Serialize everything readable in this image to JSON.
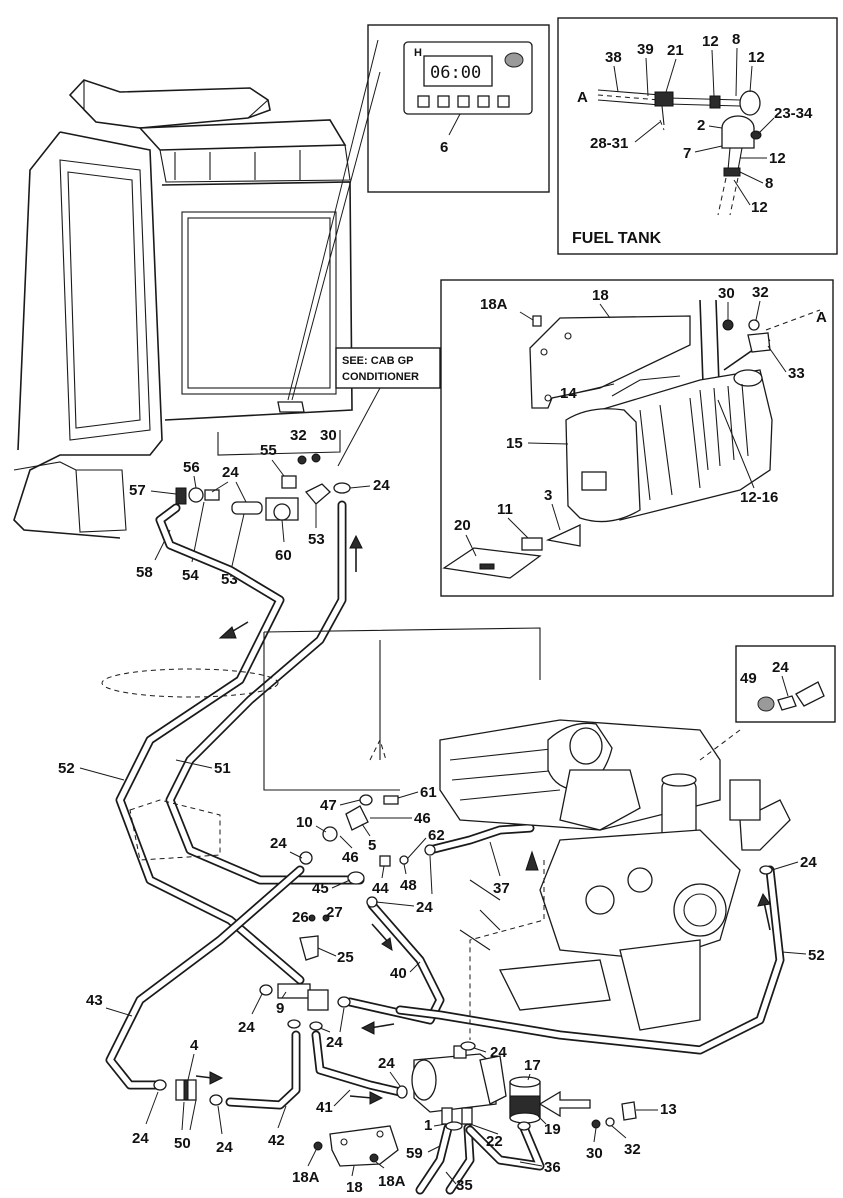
{
  "insets": {
    "fuel_tank_title": "FUEL TANK",
    "cab_note_line1": "SEE: CAB GP",
    "cab_note_line2": "CONDITIONER",
    "timer_display": "06:00",
    "timer_brand": "H"
  },
  "callouts": {
    "c6": "6",
    "c38": "38",
    "c39": "39",
    "c21": "21",
    "c12a": "12",
    "c8a": "8",
    "c12b": "12",
    "cA1": "A",
    "c2": "2",
    "c23_34": "23-34",
    "c28_31": "28-31",
    "c7": "7",
    "c12c": "12",
    "c8b": "8",
    "c12d": "12",
    "c18A_top": "18A",
    "c18_top": "18",
    "c30_top": "30",
    "c32_top": "32",
    "cA2": "A",
    "c33": "33",
    "c14": "14",
    "c15": "15",
    "c12_16": "12-16",
    "c20": "20",
    "c11": "11",
    "c3": "3",
    "c55": "55",
    "c32_mid": "32",
    "c30_mid": "30",
    "c24_cab1": "24",
    "c24_cab2": "24",
    "c56": "56",
    "c57": "57",
    "c58": "58",
    "c54": "54",
    "c53a": "53",
    "c60": "60",
    "c53b": "53",
    "c49": "49",
    "c24_inset": "24",
    "c52a": "52",
    "c51": "51",
    "c47": "47",
    "c61": "61",
    "c46a": "46",
    "c10": "10",
    "c5": "5",
    "c62": "62",
    "c24_left": "24",
    "c46b": "46",
    "c45": "45",
    "c44": "44",
    "c48": "48",
    "c37": "37",
    "c24_mid": "24",
    "c26": "26",
    "c27": "27",
    "c25": "25",
    "c40": "40",
    "c24_right": "24",
    "c52b": "52",
    "c43": "43",
    "c9": "9",
    "c24_low1": "24",
    "c24_low2": "24",
    "c24_pump": "24",
    "c24_pump2": "24",
    "c4": "4",
    "c17": "17",
    "c41": "41",
    "c13": "13",
    "c1": "1",
    "c22": "22",
    "c19": "19",
    "c24_bl": "24",
    "c50": "50",
    "c24_bl2": "24",
    "c42": "42",
    "c59": "59",
    "c36": "36",
    "c30_bot": "30",
    "c32_bot": "32",
    "c18A_b1": "18A",
    "c18A_b2": "18A",
    "c18_bot": "18",
    "c35": "35"
  }
}
